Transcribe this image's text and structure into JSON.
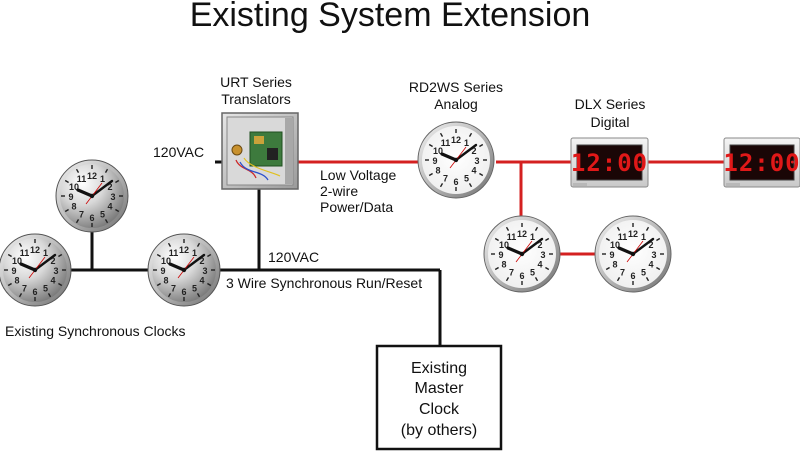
{
  "title": "Existing System Extension",
  "labels": {
    "urt_line1": "URT Series",
    "urt_line2": "Translators",
    "rd2ws_line1": "RD2WS Series",
    "rd2ws_line2": "Analog",
    "dlx_line1": "DLX Series",
    "dlx_line2": "Digital",
    "vac_left": "120VAC",
    "vac_below": "120VAC",
    "low_voltage_1": "Low Voltage",
    "low_voltage_2": "2-wire",
    "low_voltage_3": "Power/Data",
    "sync_run": "3 Wire Synchronous Run/Reset",
    "existing_clocks": "Existing Synchronous Clocks",
    "master_1": "Existing",
    "master_2": "Master",
    "master_3": "Clock",
    "master_4": "(by others)"
  },
  "digital_display": "12:00",
  "colors": {
    "power_data_line": "#d42020",
    "wire_line": "#111111",
    "digit_red": "#e01818"
  }
}
